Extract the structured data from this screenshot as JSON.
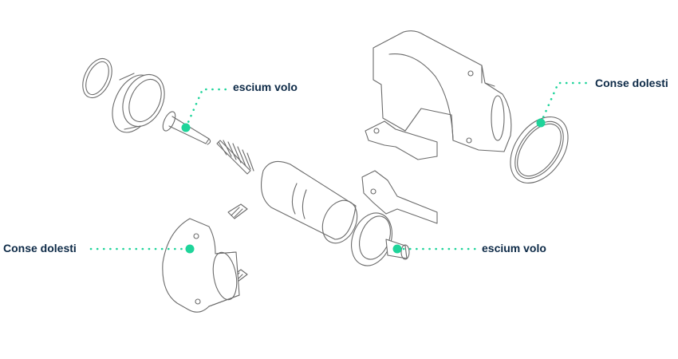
{
  "accent_color": "#1fd49a",
  "text_color": "#0d2a47",
  "callouts": {
    "escium_top": "escium volo",
    "conse_right": "Conse dolesti",
    "conse_left": "Conse dolesti",
    "escium_right": "escium volo"
  }
}
